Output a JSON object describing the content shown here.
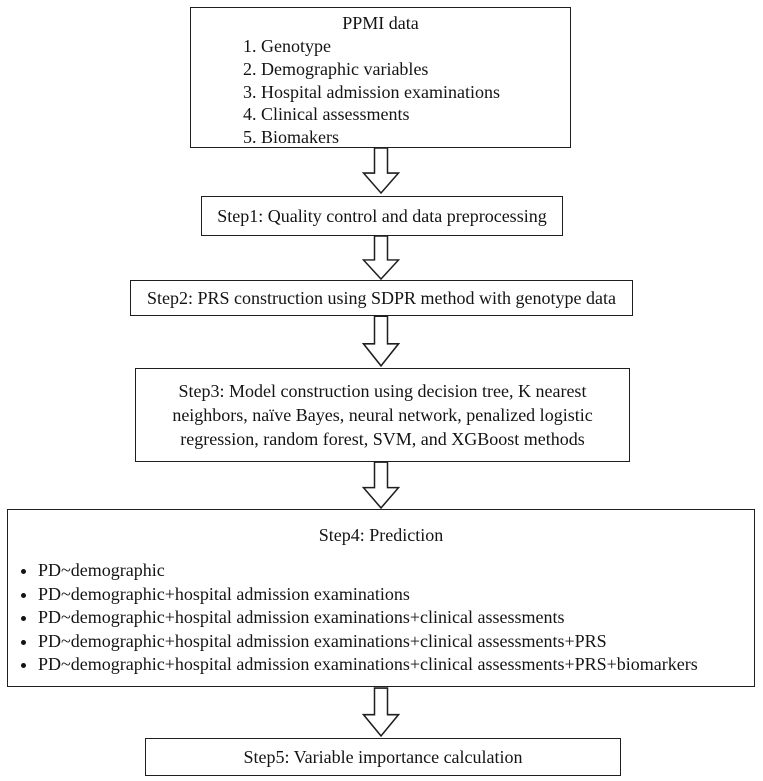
{
  "colors": {
    "background": "#ffffff",
    "box_border": "#1f1f1f",
    "text": "#141414",
    "arrow_fill": "#ffffff"
  },
  "flowchart": {
    "ppmi_box": {
      "title": "PPMI data",
      "items": [
        "1. Genotype",
        "2. Demographic variables",
        "3. Hospital admission examinations",
        "4. Clinical assessments",
        "5. Biomakers"
      ]
    },
    "step1": {
      "label": "Step1: Quality control and data preprocessing"
    },
    "step2": {
      "label": "Step2: PRS construction using SDPR method with genotype data"
    },
    "step3": {
      "label": "Step3: Model construction using decision tree, K nearest neighbors, naïve Bayes, neural network, penalized logistic regression, random forest, SVM, and XGBoost methods"
    },
    "step4": {
      "title": "Step4: Prediction",
      "models": [
        "PD~demographic",
        "PD~demographic+hospital admission examinations",
        "PD~demographic+hospital admission examinations+clinical assessments",
        "PD~demographic+hospital admission examinations+clinical assessments+PRS",
        "PD~demographic+hospital admission examinations+clinical assessments+PRS+biomarkers"
      ]
    },
    "step5": {
      "label": "Step5: Variable importance calculation"
    }
  }
}
